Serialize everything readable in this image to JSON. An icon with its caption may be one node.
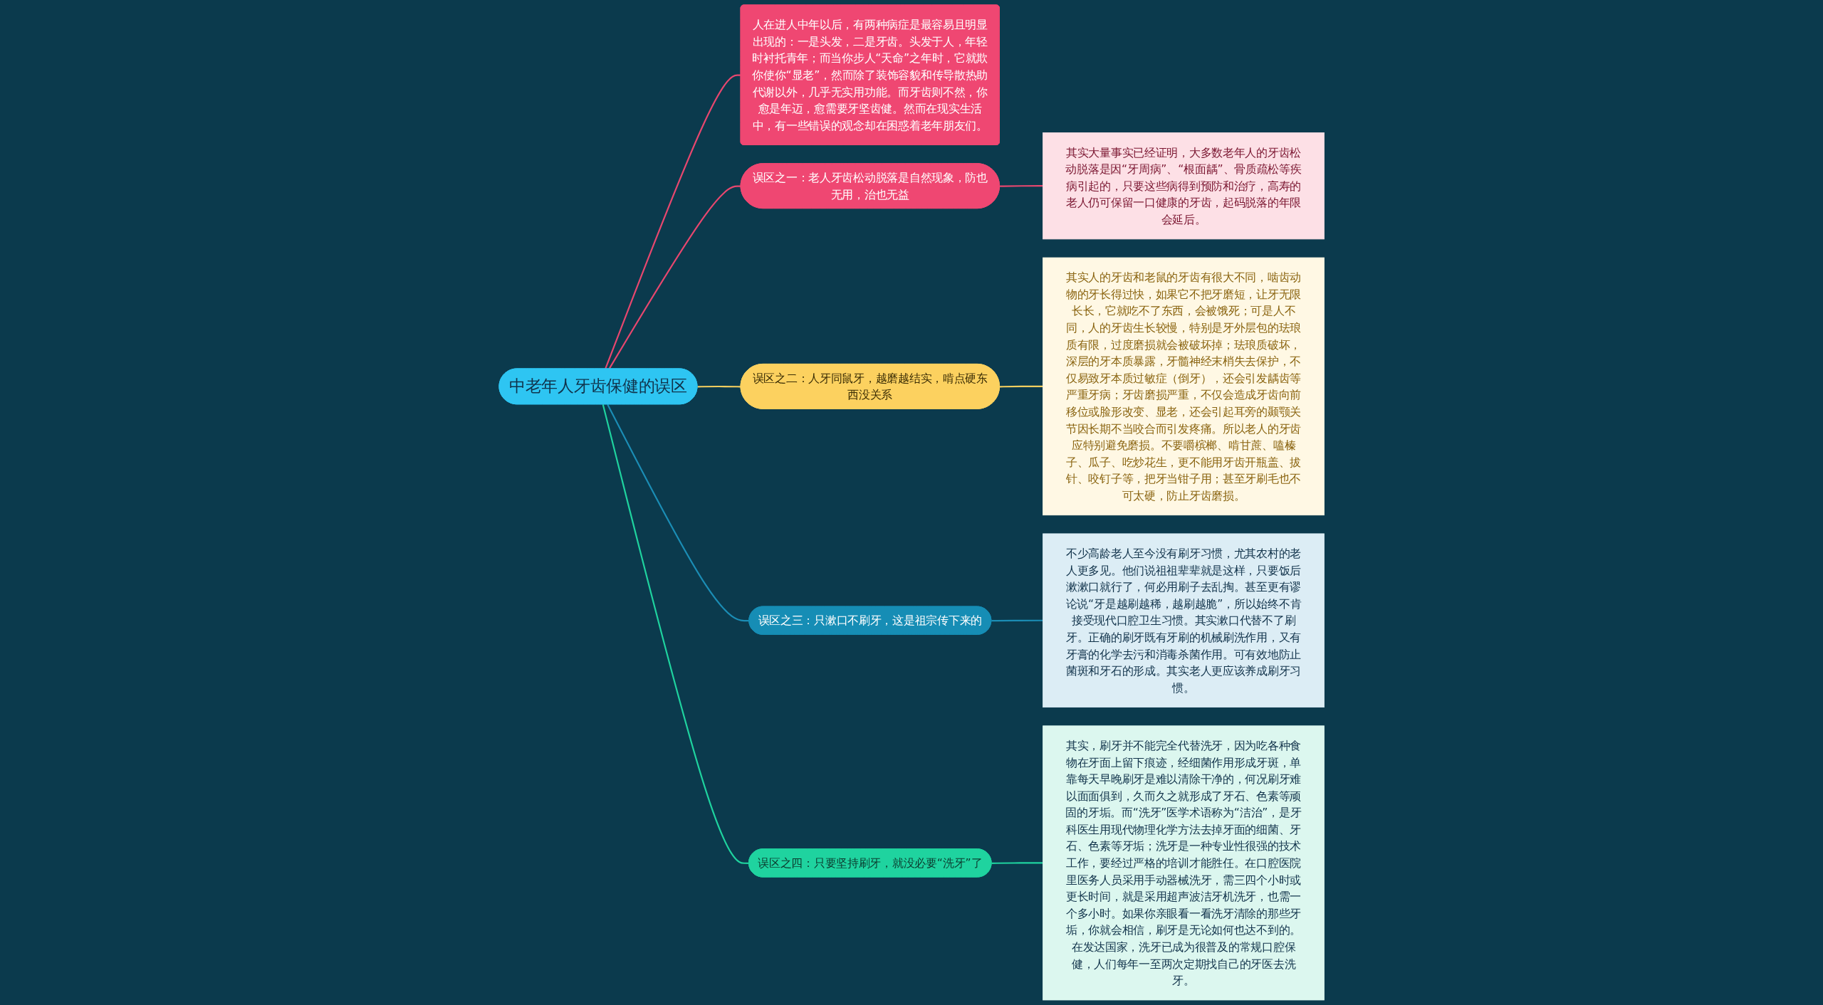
{
  "diagram": {
    "nodes": [
      {
        "text": [
          "中老年人牙齿保健的误区"
        ]
      },
      {
        "text": [
          "人在进人中年以后，有两种病症是最容易且明显出现的：一是头发，二是牙齿。头发于人，年轻时衬托青年；而当你步人“天命”之年时，它就欺你使你“显老”，然而除了装饰容貌和传导散热助代谢以外，几乎无实用功能。而牙齿则不然，你愈是年迈，愈需要牙坚齿健。然而在现实生活中，有一些错误的观念却在困惑着老年朋友们。"
        ]
      },
      {
        "text": [
          "误区之一：老人牙齿松动脱落是自然现象，防也无用，治也无益"
        ]
      },
      {
        "text": [
          "其实大量事实已经证明，大多数老年人的牙齿松动脱落是因“牙周病”、“根面龋”、骨质疏松等疾病引起的，只要这些病得到预防和治疗，高寿的老人仍可保留一口健康的牙齿，起码脱落的年限会延后。"
        ]
      },
      {
        "text": [
          "误区之二：人牙同鼠牙，越磨越结实，啃点硬东西没关系"
        ]
      },
      {
        "text": [
          "其实人的牙齿和老鼠的牙齿有很大不同，啮齿动物的牙长得过快，如果它不把牙磨短，让牙无限长长，它就吃不了东西，会被饿死；可是人不同，人的牙齿生长较慢，特别是牙外层包的珐琅质有限，过度磨损就会被破坏掉；珐琅质破坏，深层的牙本质暴露，牙髓神经末梢失去保护，不仅易致牙本质过敏症（倒牙），还会引发龋齿等严重牙病；牙齿磨损严重，不仅会造成牙齿向前移位或脸形改变、显老，还会引起耳旁的颞颚关节因长期不当咬合而引发疼痛。所以老人的牙齿应特别避免磨损。不要嚼槟榔、啃甘蔗、嗑榛子、瓜子、吃炒花生，更不能用牙齿开瓶盖、拔针、咬钉子等，把牙当钳子用；甚至牙刷毛也不可太硬，防止牙齿磨损。"
        ]
      },
      {
        "text": [
          "误区之三：只漱口不刷牙，这是祖宗传下来的"
        ]
      },
      {
        "text": [
          "不少高龄老人至今没有刷牙习惯，尤其农村的老人更多见。他们说祖祖辈辈就是这样，只要饭后漱漱口就行了，何必用刷子去乱掏。甚至更有谬论说“牙是越刷越稀，越刷越脆”，所以始终不肯接受现代口腔卫生习惯。其实漱口代替不了刷牙。正确的刷牙既有牙刷的机械刷洗作用，又有牙膏的化学去污和消毒杀菌作用。可有效地防止菌斑和牙石的形成。其实老人更应该养成刷牙习惯。"
        ]
      },
      {
        "text": [
          "误区之四：只要坚持刷牙，就没必要“洗牙”了"
        ]
      },
      {
        "text": [
          "其实，刷牙并不能完全代替洗牙，因为吃各种食物在牙面上留下痕迹，经细菌作用形成牙斑，单靠每天早晚刷牙是难以清除干净的，何况刷牙难以面面俱到，久而久之就形成了牙石、色素等顽固的牙垢。而“洗牙”医学术语称为“洁治”，是牙科医生用现代物理化学方法去掉牙面的细菌、牙石、色素等牙垢；洗牙是一种专业性很强的技术工作，要经过严格的培训才能胜任。在口腔医院里医务人员采用手动器械洗牙，需三四个小时或更长时间，就是采用超声波洁牙机洗牙，也需一个多小时。如果你亲眼看一看洗牙清除的那些牙垢，你就会相信，刷牙是无论如何也达不到的。在发达国家，洗牙已成为很普及的常规口腔保健，人们每年一至两次定期找自己的牙医去洗牙。"
        ]
      }
    ],
    "edges": [
      {
        "from": 0,
        "to": 1,
        "arrow": "none",
        "color": "#e8476f"
      },
      {
        "from": 0,
        "to": 2,
        "arrow": "none",
        "color": "#e8476f"
      },
      {
        "from": 2,
        "to": 3,
        "arrow": "none",
        "color": "#e8476f"
      },
      {
        "from": 0,
        "to": 4,
        "arrow": "none",
        "color": "#f5cf5f"
      },
      {
        "from": 4,
        "to": 5,
        "arrow": "none",
        "color": "#f5cf5f"
      },
      {
        "from": 0,
        "to": 6,
        "arrow": "none",
        "color": "#1b8db5"
      },
      {
        "from": 6,
        "to": 7,
        "arrow": "none",
        "color": "#1b8db5"
      },
      {
        "from": 0,
        "to": 8,
        "arrow": "none",
        "color": "#1fd39f"
      },
      {
        "from": 8,
        "to": 9,
        "arrow": "none",
        "color": "#1fd39f"
      }
    ]
  }
}
